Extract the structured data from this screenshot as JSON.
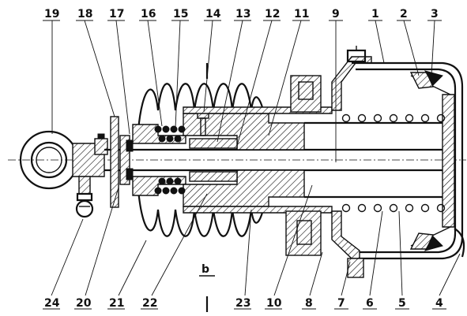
{
  "labels_top": [
    "19",
    "18",
    "17",
    "16",
    "15",
    "14",
    "13",
    "12",
    "11",
    "9",
    "1",
    "2",
    "3"
  ],
  "labels_bottom": [
    "24",
    "20",
    "21",
    "22",
    "23",
    "10",
    "8",
    "7",
    "6",
    "5",
    "4"
  ],
  "section_mark": "b",
  "section_ticks": [
    "I",
    "I"
  ]
}
